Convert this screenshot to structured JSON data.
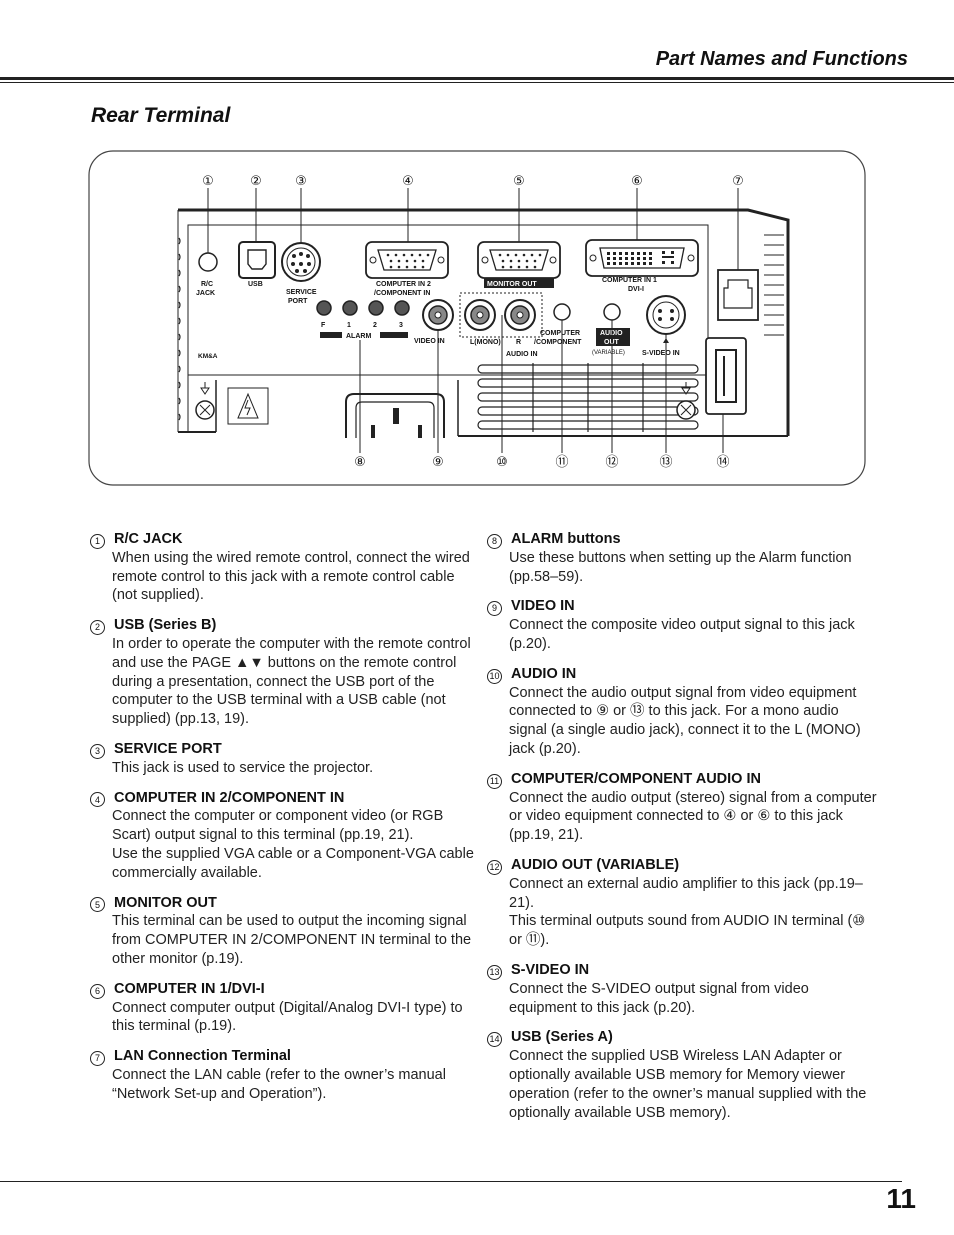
{
  "header": {
    "title": "Part Names and Functions"
  },
  "section": {
    "title": "Rear Terminal"
  },
  "diagram": {
    "callouts_top": [
      "①",
      "②",
      "③",
      "④",
      "⑤",
      "⑥",
      "⑦"
    ],
    "callouts_bottom": [
      "⑧",
      "⑨",
      "⑩",
      "⑪",
      "⑫",
      "⑬",
      "⑭"
    ],
    "labels": {
      "rc_jack": [
        "R/C",
        "JACK"
      ],
      "usb": "USB",
      "service_port": [
        "SERVICE",
        "PORT"
      ],
      "computer_in2": [
        "COMPUTER IN 2",
        "/COMPONENT IN"
      ],
      "monitor_out": "MONITOR OUT",
      "computer_in1": [
        "COMPUTER IN 1",
        "DVI-I"
      ],
      "alarm_keys": [
        "F",
        "1",
        "2",
        "3"
      ],
      "alarm": "ALARM",
      "video_in": "VIDEO IN",
      "l_mono": "L(MONO)",
      "r": "R",
      "audio_in": "AUDIO IN",
      "computer_component": [
        "COMPUTER",
        "/COMPONENT"
      ],
      "audio_out": [
        "AUDIO",
        "OUT"
      ],
      "variable": "(VARIABLE)",
      "s_video_in": "S-VIDEO IN",
      "model": "KM&A"
    }
  },
  "items_left": [
    {
      "num": "1",
      "title": "R/C JACK",
      "body": [
        "When using the wired remote control, connect the wired remote control to this jack with a remote control cable (not supplied)."
      ]
    },
    {
      "num": "2",
      "title": "USB (Series B)",
      "body": [
        "In order to operate the computer with the remote control and use the PAGE ▲▼ buttons on the remote control during a presentation, connect the USB port of the computer to the USB terminal with a USB cable (not supplied) (pp.13, 19)."
      ]
    },
    {
      "num": "3",
      "title": "SERVICE PORT",
      "body": [
        "This jack is used to service the projector."
      ]
    },
    {
      "num": "4",
      "title": "COMPUTER IN 2/COMPONENT IN",
      "body": [
        "Connect the computer or component video (or RGB Scart) output signal to this terminal (pp.19, 21).",
        "Use the supplied VGA cable or a Component-VGA cable commercially available."
      ]
    },
    {
      "num": "5",
      "title": "MONITOR OUT",
      "body": [
        "This terminal can be used to output the incoming signal from COMPUTER IN 2/COMPONENT IN terminal to the other monitor (p.19)."
      ]
    },
    {
      "num": "6",
      "title": "COMPUTER IN 1/DVI-I",
      "body": [
        "Connect computer output (Digital/Analog DVI-I type) to this terminal (p.19)."
      ]
    },
    {
      "num": "7",
      "title": "LAN Connection Terminal",
      "body": [
        "Connect the LAN cable (refer to the owner’s manual “Network Set-up and Operation”)."
      ]
    }
  ],
  "items_right": [
    {
      "num": "8",
      "title": "ALARM buttons",
      "body": [
        "Use these buttons when setting up the Alarm function (pp.58–59)."
      ]
    },
    {
      "num": "9",
      "title": "VIDEO IN",
      "body": [
        "Connect the composite video output signal to this jack (p.20)."
      ]
    },
    {
      "num": "10",
      "title": "AUDIO IN",
      "body": [
        "Connect the audio output signal from video equipment connected to ⑨ or ⑬ to this jack. For a mono audio signal (a single audio jack), connect it to the L (MONO) jack (p.20)."
      ]
    },
    {
      "num": "11",
      "title": "COMPUTER/COMPONENT AUDIO IN",
      "body": [
        "Connect the audio output (stereo) signal from a computer or video equipment connected to ④ or ⑥ to this jack (pp.19, 21)."
      ]
    },
    {
      "num": "12",
      "title": "AUDIO OUT (VARIABLE)",
      "body": [
        "Connect an external audio amplifier to this jack (pp.19–21).",
        "This terminal outputs sound from AUDIO IN terminal (⑩ or ⑪)."
      ]
    },
    {
      "num": "13",
      "title": "S-VIDEO IN",
      "body": [
        "Connect the S-VIDEO output signal from video equipment to this jack (p.20)."
      ]
    },
    {
      "num": "14",
      "title": "USB (Series A)",
      "body": [
        "Connect the supplied USB Wireless LAN Adapter or optionally available USB memory for Memory viewer operation (refer to the owner’s manual supplied with the optionally available USB memory)."
      ]
    }
  ],
  "footer": {
    "page_number": "11"
  }
}
